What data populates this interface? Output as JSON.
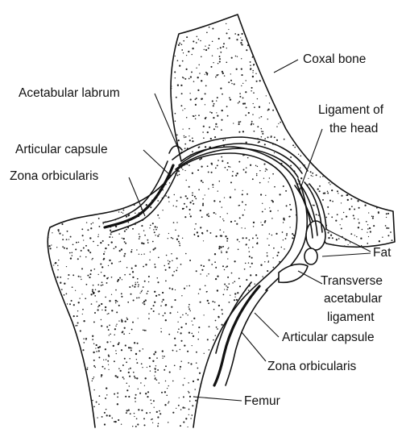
{
  "labels": {
    "coxal_bone": "Coxal bone",
    "ligament_head_1": "Ligament of",
    "ligament_head_2": "the head",
    "acetabular_labrum": "Acetabular labrum",
    "articular_capsule_top": "Articular capsule",
    "zona_orbicularis_top": "Zona orbicularis",
    "fat": "Fat",
    "transverse_1": "Transverse",
    "transverse_2": "acetabular",
    "transverse_3": "ligament",
    "articular_capsule_bottom": "Articular capsule",
    "zona_orbicularis_bottom": "Zona orbicularis",
    "femur": "Femur"
  },
  "colors": {
    "ink": "#111111",
    "background": "#ffffff"
  }
}
